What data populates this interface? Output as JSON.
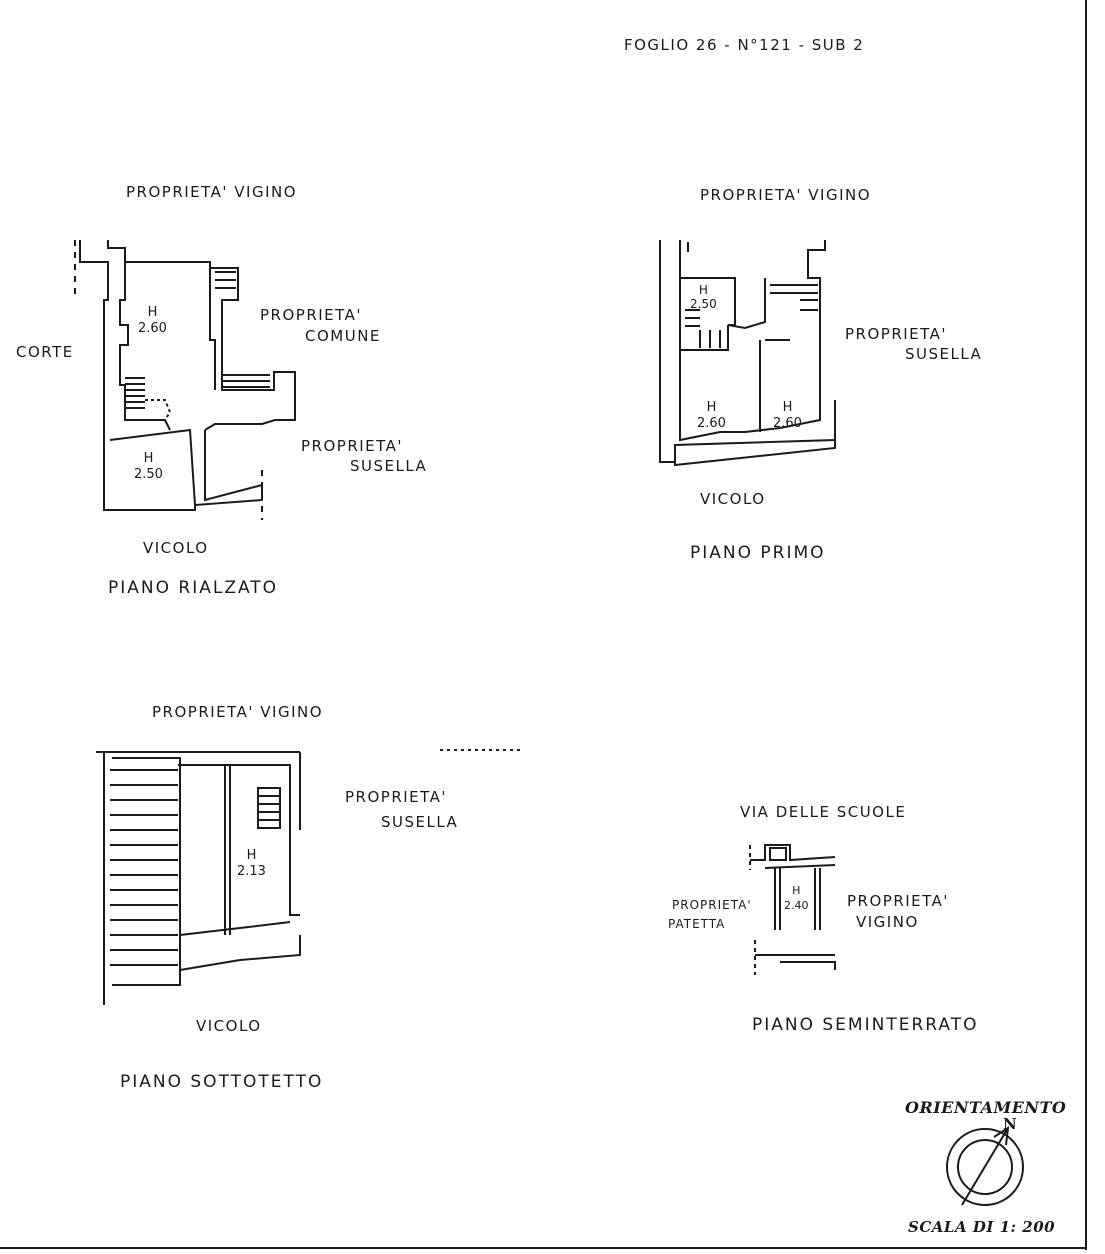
{
  "header": {
    "reference": "FOGLIO 26 - N°121 - SUB 2"
  },
  "piano_rialzato": {
    "floor_name": "PIANO RIALZATO",
    "north": "PROPRIETA' VIGINO",
    "west": "CORTE",
    "east_1": "PROPRIETA'",
    "east_2": "COMUNE",
    "southeast_1": "PROPRIETA'",
    "southeast_2": "SUSELLA",
    "south": "VICOLO",
    "room1": "H\n2.60",
    "room2": "H\n2.50"
  },
  "piano_primo": {
    "floor_name": "PIANO PRIMO",
    "north": "PROPRIETA' VIGINO",
    "east_1": "PROPRIETA'",
    "east_2": "SUSELLA",
    "south": "VICOLO",
    "room1": "H\n2.50",
    "room2": "H\n2.60",
    "room3": "H\n2.60"
  },
  "piano_sottotetto": {
    "floor_name": "PIANO SOTTOTETTO",
    "north": "PROPRIETA' VIGINO",
    "east_1": "PROPRIETA'",
    "east_2": "SUSELLA",
    "south": "VICOLO",
    "room1": "H\n2.13"
  },
  "piano_seminterrato": {
    "floor_name": "PIANO SEMINTERRATO",
    "north": "VIA DELLE SCUOLE",
    "west_1": "PROPRIETA'",
    "west_2": "PATETTA",
    "east_1": "PROPRIETA'",
    "east_2": "VIGINO",
    "room1": "H\n2.40"
  },
  "orientation": {
    "label": "ORIENTAMENTO",
    "north_letter": "N"
  },
  "scale": {
    "label": "SCALA DI 1: 200"
  }
}
